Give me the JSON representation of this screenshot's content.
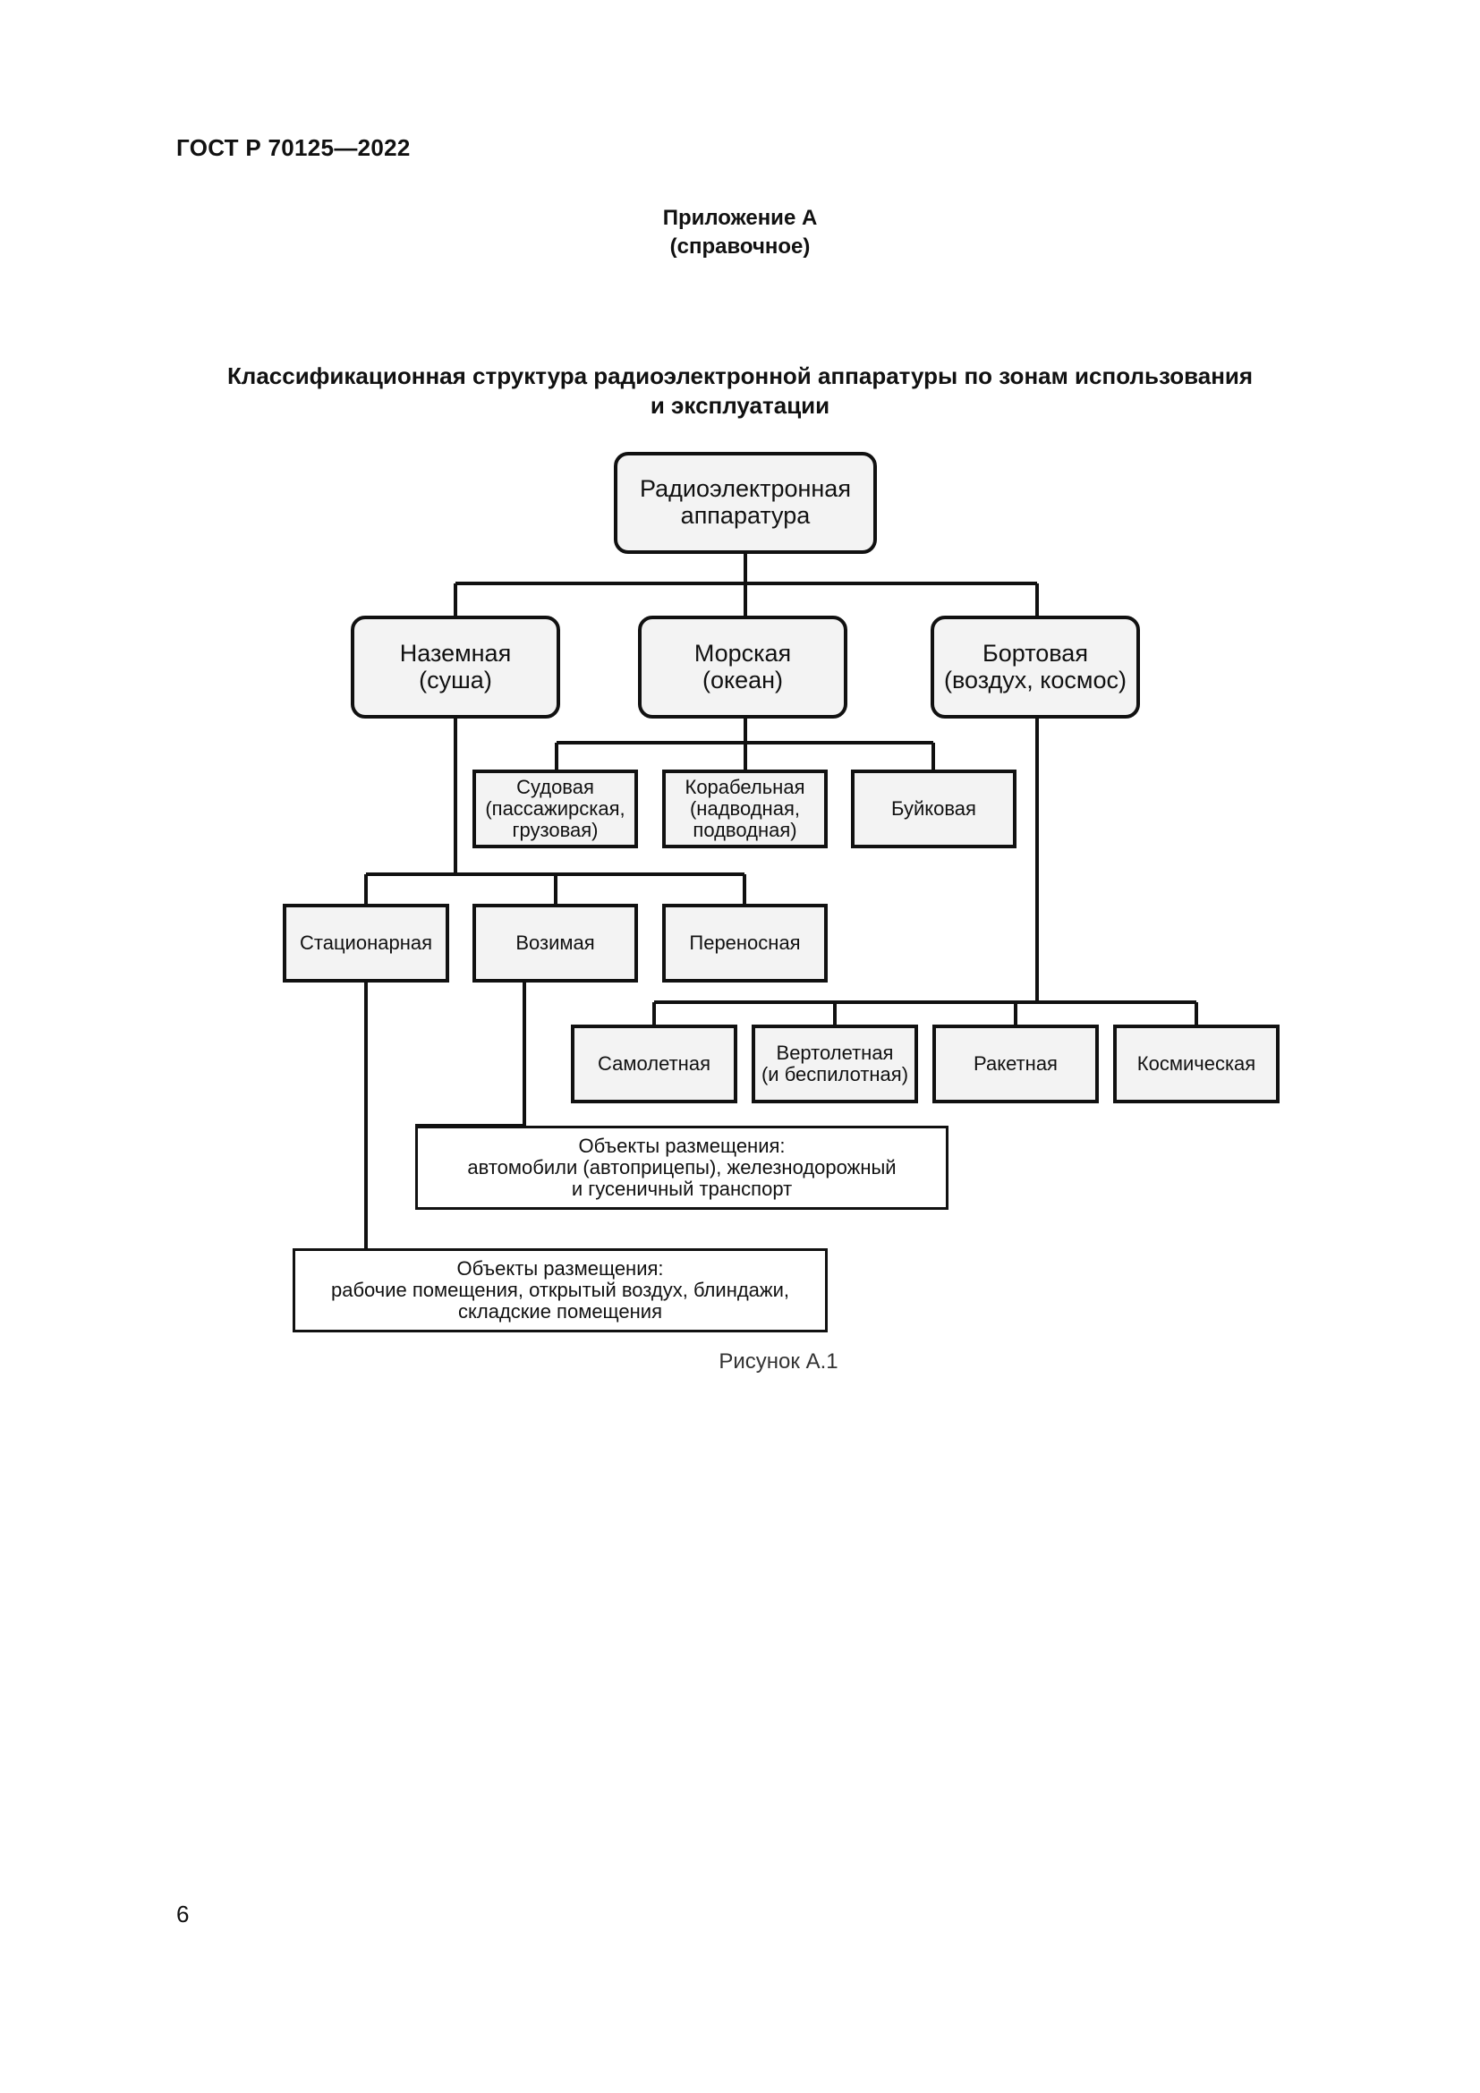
{
  "header": {
    "doc_code": "ГОСТ Р 70125—2022"
  },
  "appendix": {
    "line1": "Приложение А",
    "line2": "(справочное)"
  },
  "figure": {
    "title_line1": "Классификационная структура радиоэлектронной аппаратуры по зонам использования",
    "title_line2": "и  эксплуатации",
    "caption": "Рисунок А.1",
    "nodes": {
      "root": "Радиоэлектронная\nаппаратура",
      "ground": "Наземная\n(суша)",
      "sea": "Морская\n(океан)",
      "airborne": "Бортовая\n(воздух, космос)",
      "ship_civil": "Судовая\n(пассажирская,\nгрузовая)",
      "ship_navy": "Корабельная\n(надводная,\nподводная)",
      "buoy": "Буйковая",
      "stationary": "Стационарная",
      "vehicle": "Возимая",
      "portable": "Переносная",
      "aircraft": "Самолетная",
      "helicopter": "Вертолетная\n(и беспилотная)",
      "rocket": "Ракетная",
      "space": "Космическая",
      "vehicle_objects": "Объекты размещения:\nавтомобили (автоприцепы), железнодорожный\nи гусеничный транспорт",
      "stationary_objects": "Объекты размещения:\nрабочие помещения, открытый воздух, блиндажи,\nскладские помещения"
    }
  },
  "footer": {
    "page_number": "6"
  }
}
